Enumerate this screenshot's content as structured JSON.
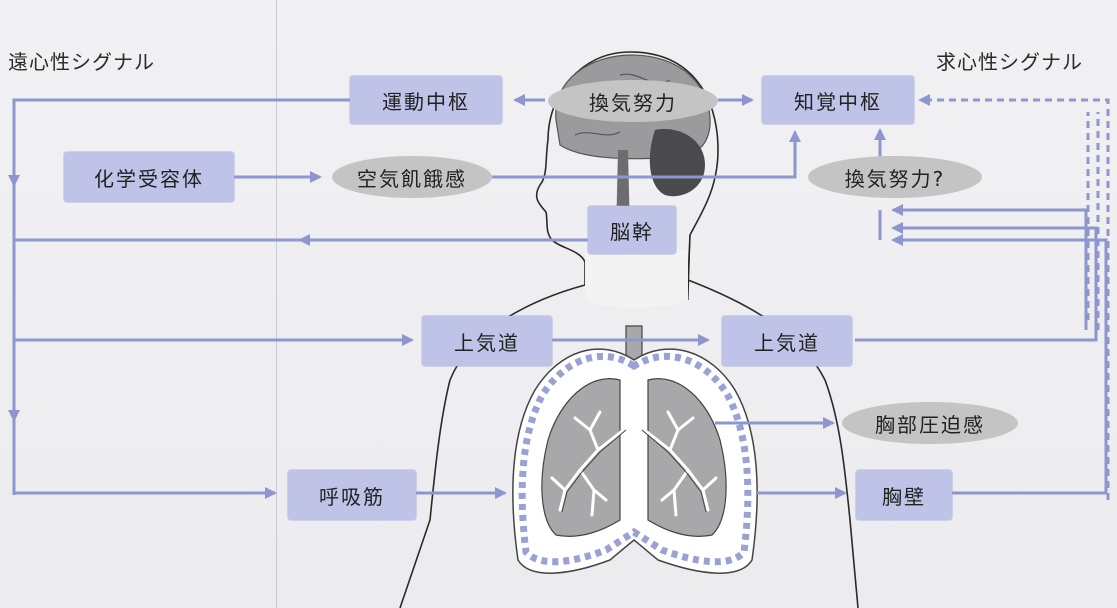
{
  "labels": {
    "efferent": "遠心性シグナル",
    "afferent": "求心性シグナル"
  },
  "nodes": {
    "motor_center": "運動中枢",
    "ventilatory_effort": "換気努力",
    "perception_center": "知覚中枢",
    "chemoreceptor": "化学受容体",
    "air_hunger": "空気飢餓感",
    "ventilatory_effort_q": "換気努力?",
    "brainstem": "脳幹",
    "upper_airway_left": "上気道",
    "upper_airway_right": "上気道",
    "chest_tightness": "胸部圧迫感",
    "respiratory_muscles": "呼吸筋",
    "chest_wall": "胸壁"
  },
  "colors": {
    "box": "#bfc3e8",
    "oval": "#c4c4c4",
    "arrow": "#8e96d0",
    "silhouette_stroke": "#2a2a2a",
    "lung": "#a8a8aa",
    "pleura": "#9aa2d4"
  }
}
